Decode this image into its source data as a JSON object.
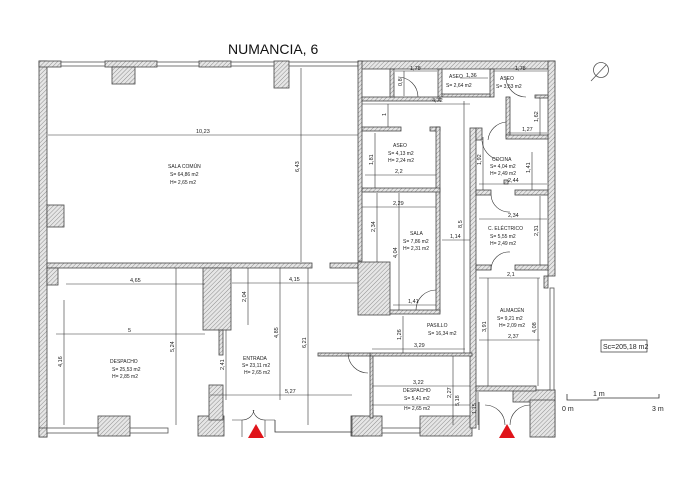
{
  "title": "NUMANCIA, 6",
  "rooms": [
    {
      "name": "SALA COMÚN",
      "area": "S= 64,86 m2",
      "height": "H= 2,65 m2"
    },
    {
      "name": "DESPACHO",
      "area": "S= 25,53 m2",
      "height": "H= 2,85 m2"
    },
    {
      "name": "ENTRADA",
      "area": "S= 23,11 m2",
      "height": "H= 2,65 m2"
    },
    {
      "name": "ASEO",
      "area": "S= 2,64 m2",
      "height": ""
    },
    {
      "name": "ASEO",
      "area": "S= 3,53 m2",
      "height": ""
    },
    {
      "name": "ASEO",
      "area": "S= 4,13 m2",
      "height": "H= 2,24 m2"
    },
    {
      "name": "COCINA",
      "area": "S= 4,04 m2",
      "height": "H= 2,49 m2"
    },
    {
      "name": "SALA",
      "area": "S= 7,86 m2",
      "height": "H= 2,31 m2"
    },
    {
      "name": "C. ELÉCTRICO",
      "area": "S= 5,55 m2",
      "height": "H= 2,49 m2"
    },
    {
      "name": "ALMACÉN",
      "area": "S= 9,21 m2",
      "height": "H= 2,09 m2"
    },
    {
      "name": "PASILLO",
      "area": "S= 16,34 m2",
      "height": ""
    },
    {
      "name": "DESPACHO",
      "area": "S= 5,41 m2",
      "height": "H= 2,65 m2"
    }
  ],
  "dimensions": {
    "sala_width": "10,23",
    "sala_height": "6,43",
    "desp_top": "4,65",
    "desp_mid": "5",
    "desp_left": "4,16",
    "desp_h": "5,24",
    "ent_top": "4,15",
    "ent_a": "2,04",
    "ent_b": "4,85",
    "ent_c": "6,21",
    "ent_d": "2,41",
    "ent_e": "5,27",
    "aseo1_w": "1,78",
    "aseo1_h": "0,8",
    "aseo2_w": "1,36",
    "aseo3_w": "1,78",
    "corr_w": "4,72",
    "corr_h": "1",
    "aseo3_h": "1,62",
    "aseo3_b": "1,27",
    "aseo4_h": "1,81",
    "aseo4_w": "2,2",
    "coc_l": "1,92",
    "coc_r": "1,41",
    "coc_w": "2,44",
    "sala_w": "2,29",
    "sala_l": "2,34",
    "sala_h": "4,04",
    "sala_b": "1,41",
    "pas_w": "1,14",
    "pas_h": "8,5",
    "ce_w": "2,34",
    "ce_h": "2,31",
    "alm_top": "2,1",
    "alm_l": "3,91",
    "alm_w": "2,37",
    "alm_r": "4,08",
    "pas_a": "1,26",
    "pas_b": "3,29",
    "d2_w": "3,22",
    "d2_a": "2,27",
    "d2_b": "5,18",
    "d2_c": "1,15"
  },
  "total_area": "Sc=205,18 m2",
  "scale": {
    "label_mid": "1 m",
    "label_start": "0 m",
    "label_end": "3 m"
  },
  "colors": {
    "entrance_marker": "#e0141a"
  }
}
